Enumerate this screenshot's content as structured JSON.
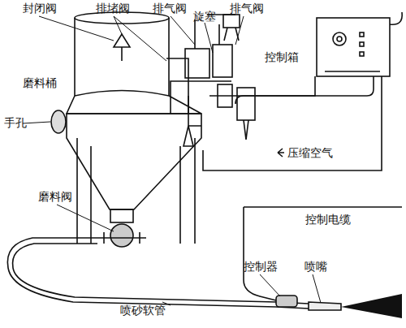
{
  "diagram": {
    "labels": [
      "封闭阀",
      "排堵阀",
      "排气阀",
      "旋塞",
      "排气阀",
      "控制箱",
      "磨料桶",
      "手孔",
      "压缩空气",
      "磨料阀",
      "控制电缆",
      "控制器",
      "喷嘴",
      "喷砂软管"
    ]
  }
}
